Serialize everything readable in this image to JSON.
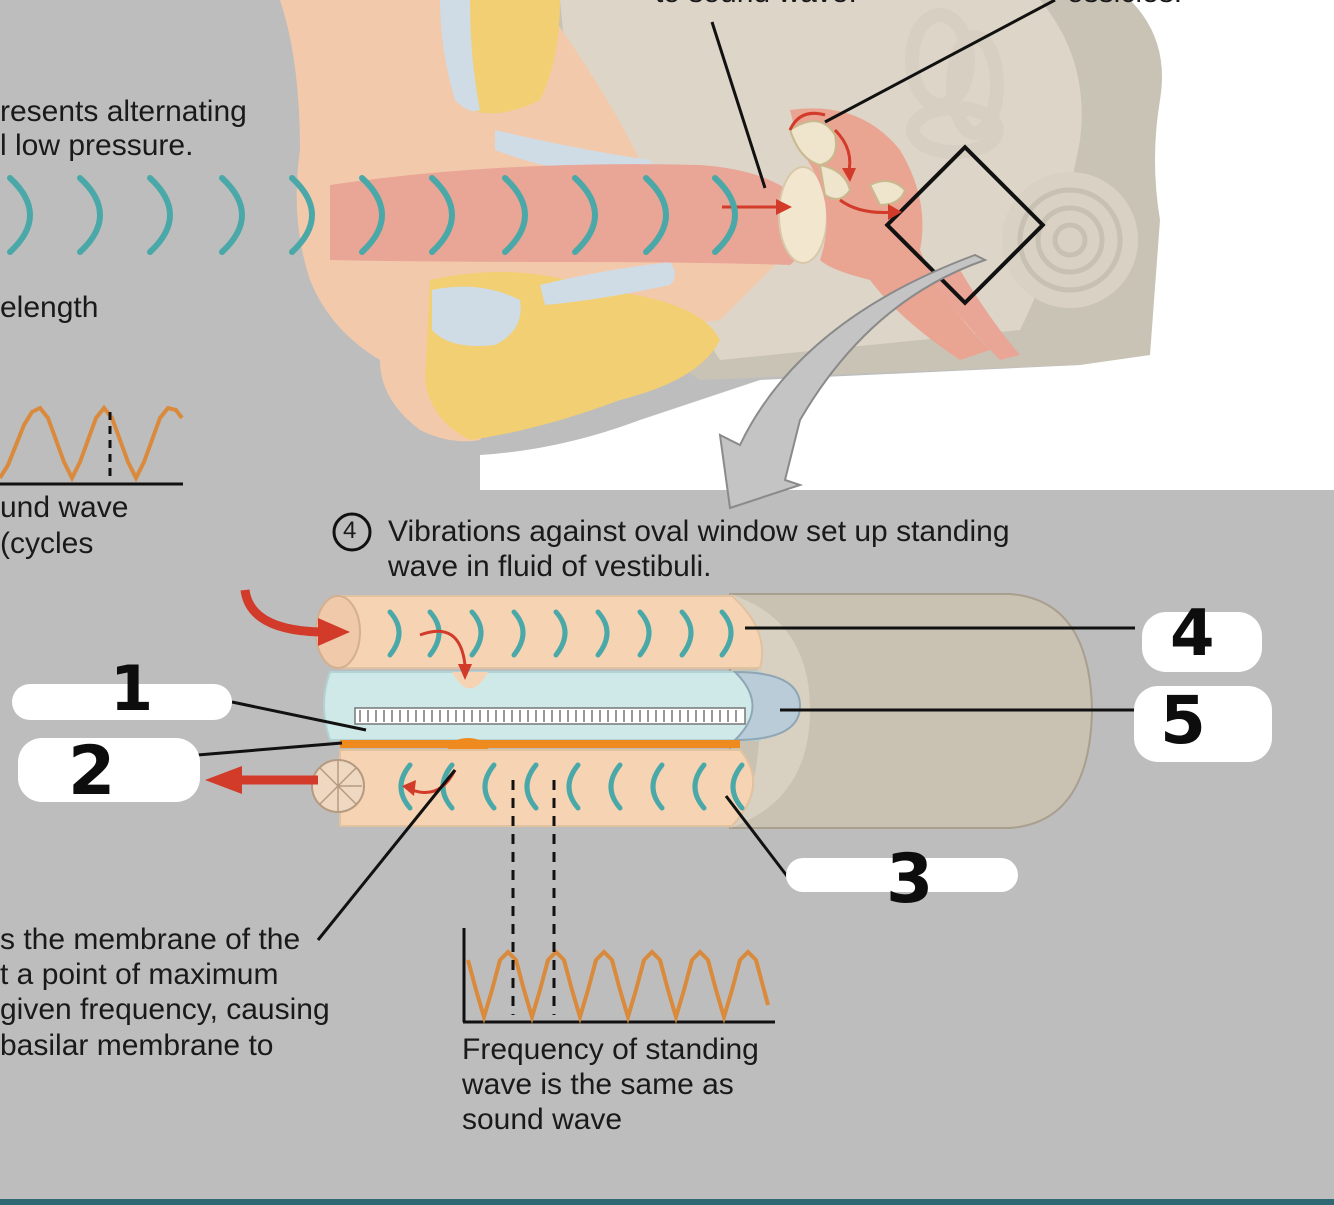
{
  "captions": {
    "top_partial_left": "to sound wave.",
    "top_partial_right": "ossicles.",
    "pressure_line1": "resents alternating",
    "pressure_line2": "l low pressure.",
    "wavelength": "elength",
    "sound_wave_line1": "und wave",
    "sound_wave_line2": "(cycles",
    "step4_number": "4",
    "step4_line1": "Vibrations against oval window set up standing",
    "step4_line2": "wave in fluid of vestibuli.",
    "membrane_line1": "s the membrane of the",
    "membrane_line2": "t a point of maximum",
    "membrane_line3": "given frequency, causing",
    "membrane_line4": " basilar membrane to",
    "standing_line1": "Frequency of standing",
    "standing_line2": "wave is the same as",
    "standing_line3": "sound wave"
  },
  "handwritten_labels": {
    "label_1": "1",
    "label_2": "2",
    "label_3": "3",
    "label_4": "4",
    "label_5": "5"
  },
  "colors": {
    "background": "#bdbdbd",
    "wave_teal": "#4aa9a8",
    "arrow_red": "#d23a2a",
    "sine_orange": "#d98a3c",
    "skin": "#f2c6a8",
    "canal_pink": "#e9a08a",
    "bone_gray": "#d6d0c4",
    "fat_yellow": "#f1cf72",
    "bottom_bar": "#2f6873"
  }
}
